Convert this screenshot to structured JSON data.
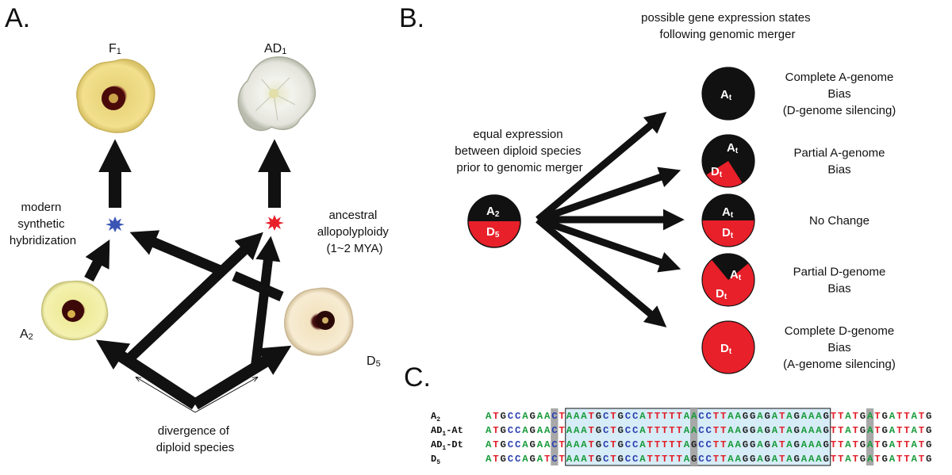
{
  "panels": {
    "a": "A.",
    "b": "B.",
    "c": "C."
  },
  "panel_a": {
    "f1_label": "F",
    "f1_sub": "1",
    "ad1_label": "AD",
    "ad1_sub": "1",
    "a2_label": "A",
    "a2_sub": "2",
    "d5_label": "D",
    "d5_sub": "5",
    "modern_lines": [
      "modern",
      "synthetic",
      "hybridization"
    ],
    "ancestral_lines": [
      "ancestral",
      "allopolyploidy",
      "(1~2 MYA)"
    ],
    "divergence_lines": [
      "divergence of",
      "diploid species"
    ],
    "colors": {
      "blue_star": "#3b55b5",
      "red_star": "#e8202a"
    }
  },
  "panel_b": {
    "header_lines": [
      "possible gene expression states",
      "following genomic merger"
    ],
    "equal_lines": [
      "equal expression",
      "between diploid species",
      "prior to genomic merger"
    ],
    "source_circle": {
      "top": "A",
      "top_sub": "2",
      "bottom": "D",
      "bottom_sub": "5"
    },
    "states": [
      {
        "a_text": "A",
        "d_text": "",
        "sub": "t",
        "a_fraction": 1.0,
        "label_lines": [
          "Complete A-genome",
          "Bias",
          "(D-genome silencing)"
        ]
      },
      {
        "a_text": "A",
        "d_text": "D",
        "sub": "t",
        "a_fraction": 0.75,
        "label_lines": [
          "Partial A-genome",
          "Bias"
        ]
      },
      {
        "a_text": "A",
        "d_text": "D",
        "sub": "t",
        "a_fraction": 0.5,
        "label_lines": [
          "No Change"
        ]
      },
      {
        "a_text": "A",
        "d_text": "D",
        "sub": "t",
        "a_fraction": 0.25,
        "label_lines": [
          "Partial D-genome",
          "Bias"
        ]
      },
      {
        "a_text": "",
        "d_text": "D",
        "sub": "t",
        "a_fraction": 0.0,
        "label_lines": [
          "Complete D-genome",
          "Bias",
          "(A-genome silencing)"
        ]
      }
    ],
    "colors": {
      "a_genome": "#111111",
      "d_genome": "#e8202a"
    }
  },
  "panel_c": {
    "rows": [
      {
        "label": "A",
        "sub": "2",
        "suffix": "",
        "seq": "ATGCCAGAACTAAATGCTGCCATTTTTAACCTTAAGGAGATAGAAAGTTATGATGATTATG"
      },
      {
        "label": "AD",
        "sub": "1",
        "suffix": "-At",
        "seq": "ATGCCAGAACTAAATGCTGCCATTTTTAACCTTAAGGAGATAGAAAGTTATGATGATTATG"
      },
      {
        "label": "AD",
        "sub": "1",
        "suffix": "-Dt",
        "seq": "ATGCCAGAACTAAATGCTGCCATTTTTAGCCTTAAGGAGATAGAAAGTTATGATGATTATG"
      },
      {
        "label": "D",
        "sub": "5",
        "suffix": "",
        "seq": "ATGCCAGATCTAAATGCTGCCATTTTTAGCCTTAAGGAGATAGAAAGTTATGATGATTATG"
      }
    ],
    "snp_columns": [
      9,
      28,
      52
    ],
    "box_range": [
      11,
      46
    ],
    "colors": {
      "A": "#1a9c3c",
      "T": "#e0202a",
      "G": "#222222",
      "C": "#2a3fb0",
      "highlight": "#d6ecf7",
      "snp": "#a8a8a8"
    }
  }
}
